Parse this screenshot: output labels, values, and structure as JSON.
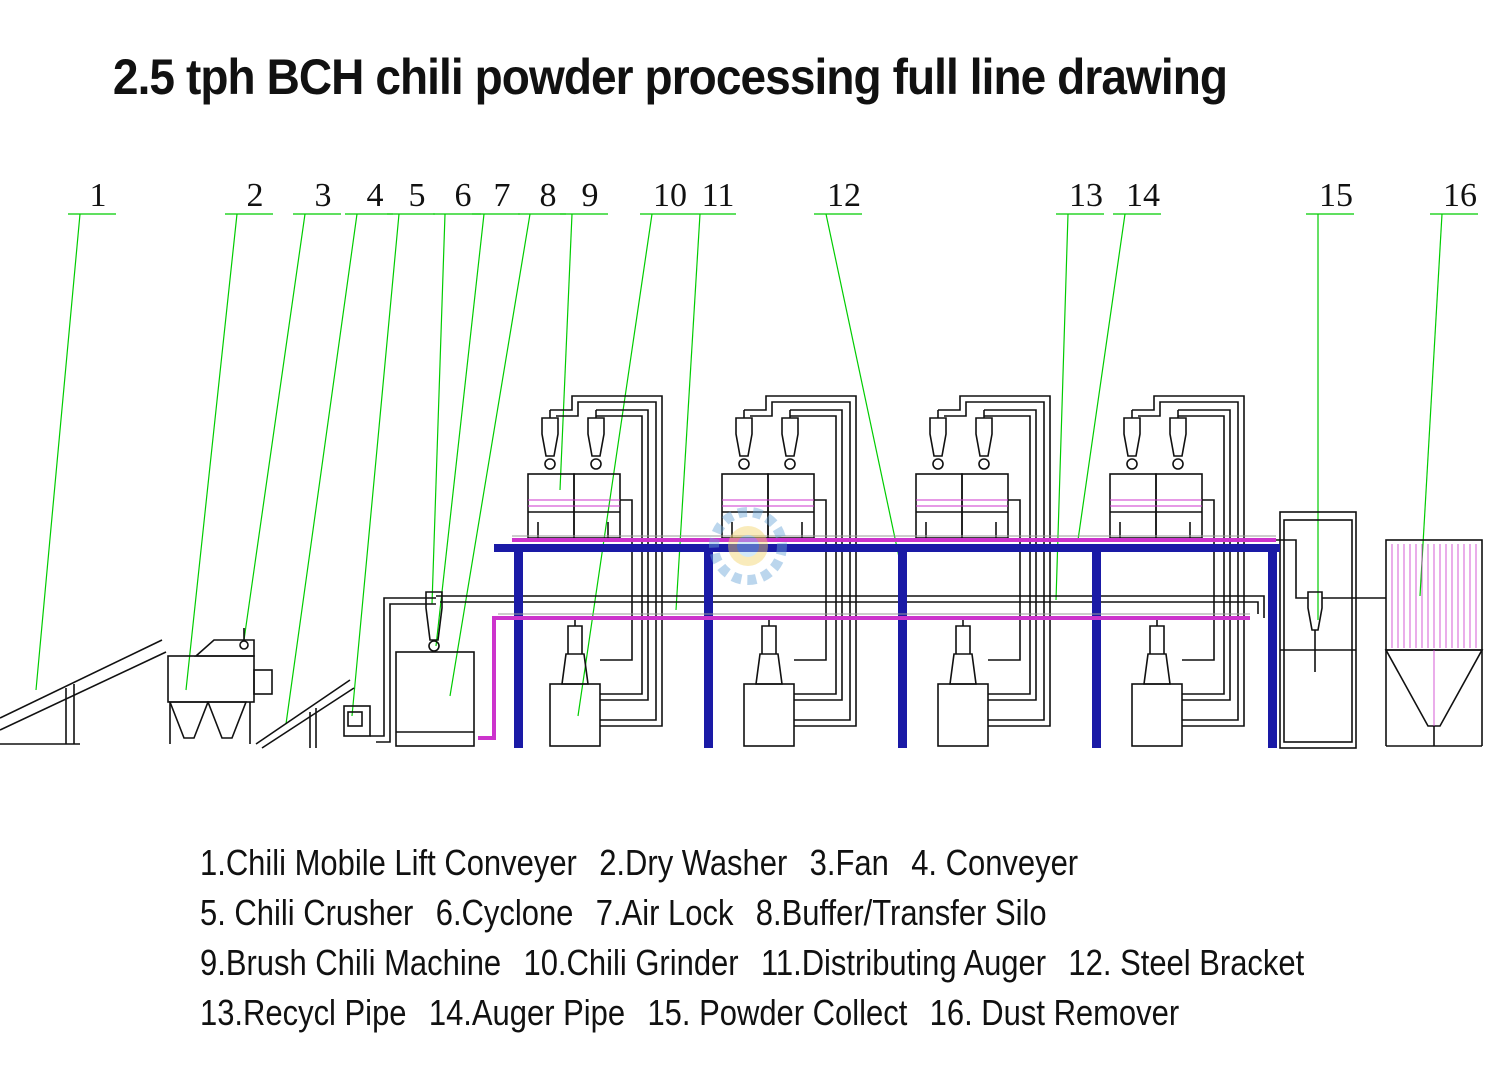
{
  "title": "2.5 tph BCH chili powder processing full line drawing",
  "callout_numbers": [
    "1",
    "2",
    "3",
    "4",
    "5",
    "6",
    "7",
    "8",
    "9",
    "10",
    "11",
    "12",
    "13",
    "14",
    "15",
    "16"
  ],
  "legend_rows": [
    [
      "1.Chili Mobile Lift Conveyer",
      "2.Dry Washer",
      "3.Fan",
      "4. Conveyer"
    ],
    [
      "5. Chili Crusher",
      "6.Cyclone",
      "7.Air  Lock",
      "8.Buffer/Transfer Silo"
    ],
    [
      "9.Brush Chili Machine",
      "10.Chili Grinder",
      "11.Distributing Auger",
      "12. Steel Bracket"
    ],
    [
      "13.Recycl Pipe",
      "14.Auger Pipe",
      "15. Powder Collect",
      "16. Dust Remover"
    ]
  ],
  "colors": {
    "leader_line": "#00cc00",
    "steel_bracket": "#1a1aa6",
    "auger_pipe": "#cc33cc",
    "outline": "#111111"
  }
}
